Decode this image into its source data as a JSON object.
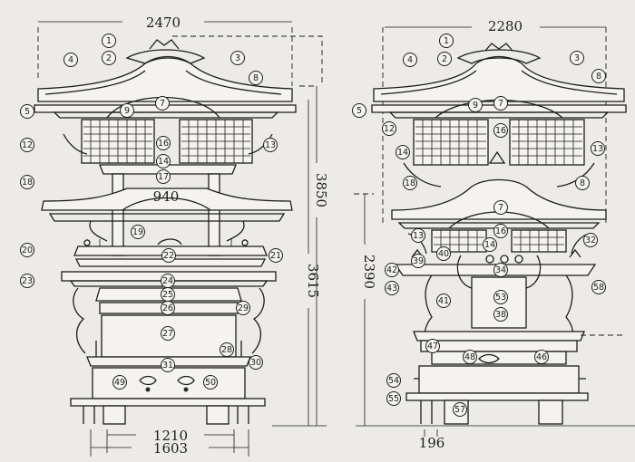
{
  "dimensions": {
    "left_width_top": "2470",
    "left_height_total": "3850",
    "left_height_mid": "3615",
    "left_pillar_span": "940",
    "left_base_inner": "1210",
    "left_base_outer": "1603",
    "right_width_top": "2280",
    "right_height_lower": "2390",
    "right_base": "196"
  },
  "left_view_labels": [
    "1",
    "2",
    "3",
    "4",
    "5",
    "7",
    "8",
    "9",
    "12",
    "13",
    "14",
    "16",
    "17",
    "18",
    "19",
    "20",
    "21",
    "22",
    "23",
    "24",
    "25",
    "26",
    "27",
    "28",
    "29",
    "30",
    "31",
    "49",
    "50"
  ],
  "right_view_labels": [
    "1",
    "2",
    "3",
    "4",
    "5",
    "7",
    "8",
    "9",
    "7",
    "8",
    "12",
    "13",
    "14",
    "16",
    "18",
    "13",
    "14",
    "16",
    "32",
    "39",
    "40",
    "41",
    "42",
    "43",
    "34",
    "53",
    "38",
    "47",
    "48",
    "46",
    "58",
    "54",
    "55",
    "57"
  ]
}
